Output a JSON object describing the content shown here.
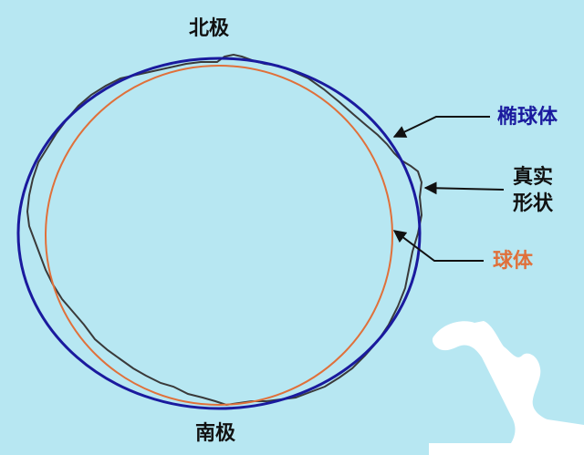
{
  "labels": {
    "north_pole": "北极",
    "south_pole": "南极",
    "ellipsoid": "椭球体",
    "true_shape_line1": "真实",
    "true_shape_line2": "形状",
    "sphere": "球体"
  },
  "colors": {
    "background": "#b7e7f2",
    "ellipsoid": "#1a1a9e",
    "sphere": "#e0703a",
    "true_shape": "#3a3a3a",
    "pole_text": "#111111"
  }
}
